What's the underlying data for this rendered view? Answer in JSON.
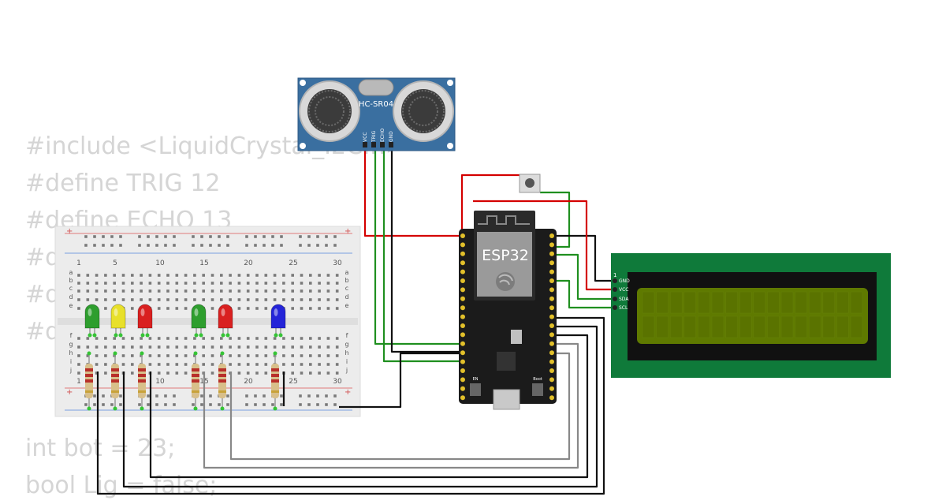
{
  "code_lines_top": [
    "#include <LiquidCrystal_I2C.h>",
    "#define TRIG 12",
    "#define ECHO 13",
    "",
    "#d",
    "#d",
    "#d"
  ],
  "code_lines_bottom": [
    "int bot = 23;",
    "bool Lig = false;"
  ],
  "sensor": {
    "label": "HC-SR04",
    "pins": [
      "VCC",
      "TRIG",
      "ECHO",
      "GND"
    ]
  },
  "mcu": {
    "label": "ESP32",
    "boot_label": "Boot",
    "en_label": "EN"
  },
  "lcd": {
    "pin1_label": "1",
    "pins": [
      "GND",
      "VCC",
      "SDA",
      "SCL"
    ]
  },
  "breadboard": {
    "column_numbers_top": [
      "1",
      "5",
      "10",
      "15",
      "20",
      "25",
      "30"
    ],
    "column_numbers_bottom": [
      "1",
      "5",
      "10",
      "15",
      "20",
      "25",
      "30"
    ],
    "row_letters_top": [
      "a",
      "b",
      "c",
      "d",
      "e"
    ],
    "row_letters_bottom": [
      "f",
      "g",
      "h",
      "i",
      "j"
    ]
  },
  "leds": [
    {
      "name": "led-green-1",
      "color": "#2e9e2e"
    },
    {
      "name": "led-yellow",
      "color": "#e8e02a"
    },
    {
      "name": "led-red-1",
      "color": "#d92020"
    },
    {
      "name": "led-green-2",
      "color": "#2e9e2e"
    },
    {
      "name": "led-red-2",
      "color": "#d92020"
    },
    {
      "name": "led-blue",
      "color": "#2424d8"
    }
  ],
  "colors": {
    "wire_red": "#d40000",
    "wire_green": "#1f8f1f",
    "wire_black": "#111111",
    "wire_gray": "#888888",
    "pcb_blue": "#3a6fa0",
    "lcd_green": "#0f7a3a",
    "lcd_screen": "#5f7a00"
  }
}
